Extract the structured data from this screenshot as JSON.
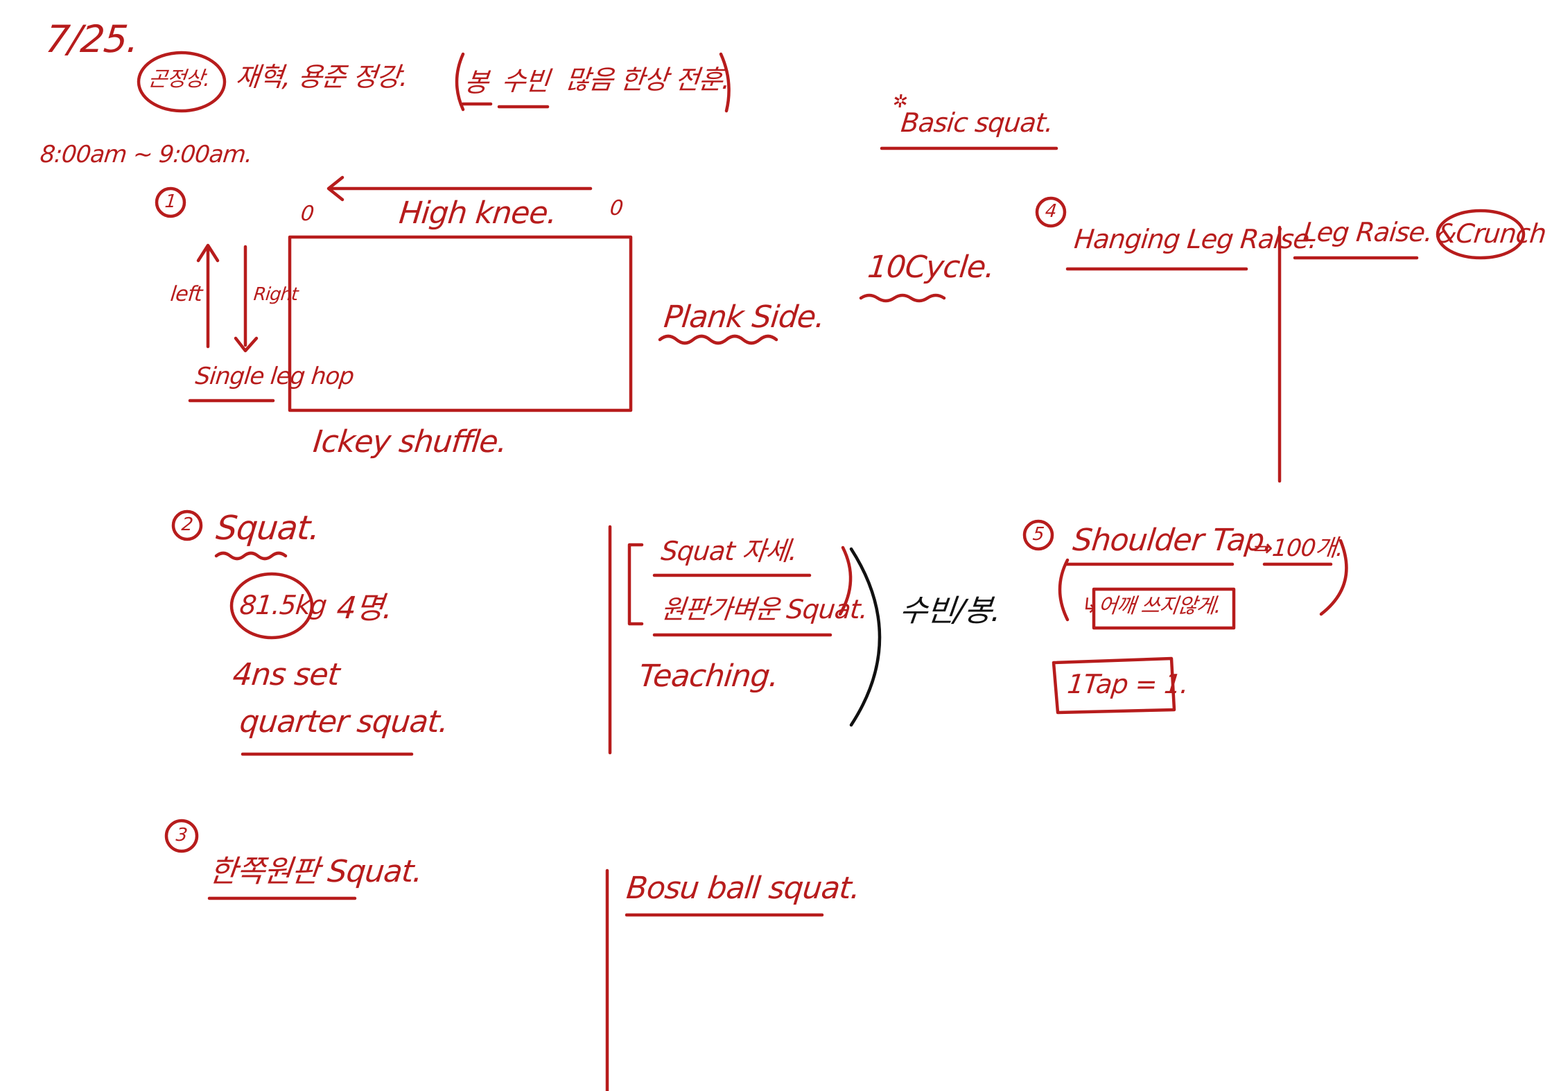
{
  "ink": {
    "red": "#b71c1c",
    "black": "#111111"
  },
  "header": {
    "date": "7/25.",
    "member": "곤정상.",
    "attendees": "재혁, 용준 정강.",
    "note_bong": "봉",
    "note_subin": "수빈",
    "note_rest": "많음 한상 전훈.",
    "time": "8:00am ~ 9:00am."
  },
  "section1": {
    "number": "1",
    "zero_left": "0",
    "zero_right": "0",
    "top": "High knee.",
    "left_label": "left",
    "right_label": "Right",
    "bottom_left": "Single leg hop",
    "right_side": "Plank Side.",
    "bottom": "Ickey shuffle.",
    "cycles": "10Cycle."
  },
  "section2": {
    "number": "2",
    "title": "Squat.",
    "weight": "81.5kg",
    "sets_count": "4명.",
    "sets": "4ns set",
    "variant": "quarter squat.",
    "bracket_1": "Squat 자세.",
    "bracket_2": "원판가벼운 Squat.",
    "teaching": "Teaching.",
    "people": "수빈/봉."
  },
  "section3": {
    "number": "3",
    "title": "한쪽원판 Squat.",
    "bosu": "Bosu ball squat."
  },
  "section_basic": {
    "star": "✲",
    "title": "Basic squat."
  },
  "section4": {
    "number": "4",
    "left": "Hanging Leg Raise.",
    "right": "Leg Raise.",
    "crunch": "&Crunch"
  },
  "section5": {
    "number": "5",
    "title": "Shoulder Tap.",
    "count": "⇒100개.",
    "note": "↳어깨 쓰지않게.",
    "rule": "1Tap = 1."
  }
}
